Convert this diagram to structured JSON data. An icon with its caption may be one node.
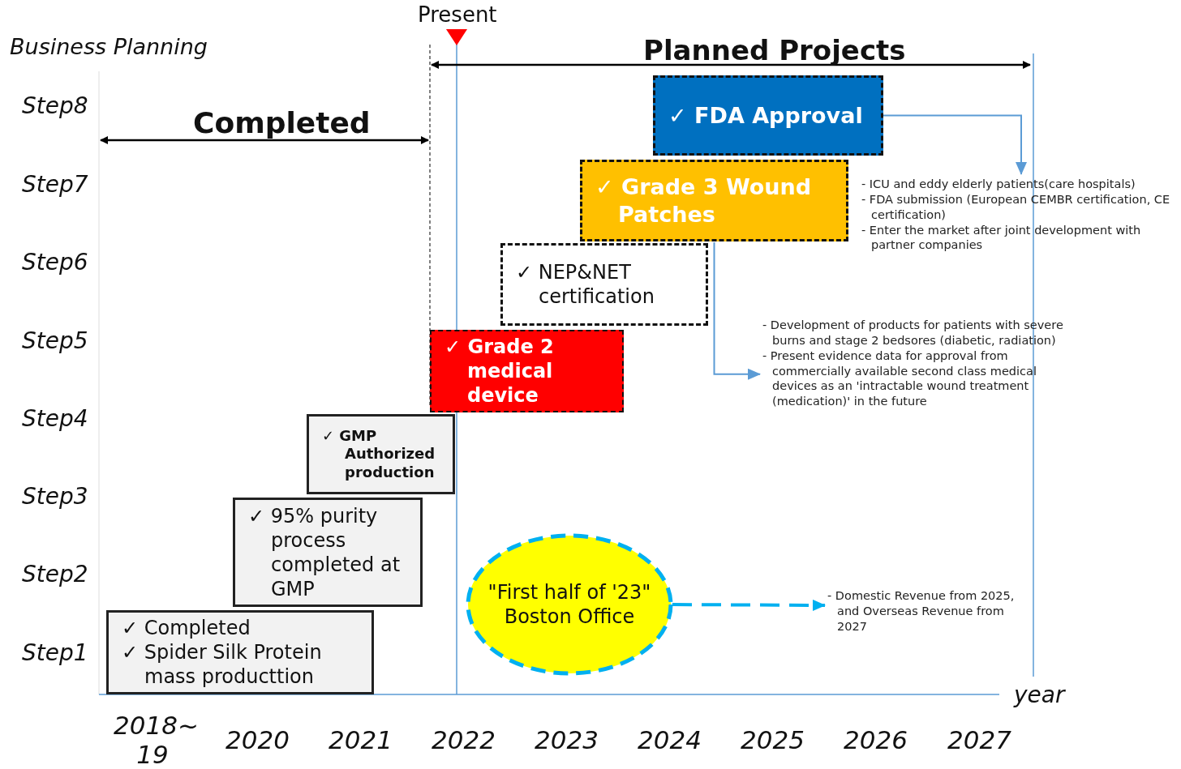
{
  "diagram": {
    "nodes": [
      {
        "text": [
          "✓ Completed",
          "✓ Spider Silk Protein mass producttion"
        ]
      },
      {
        "text": [
          "✓ 95%  purity process completed at GMP"
        ]
      },
      {
        "text": [
          "✓ GMP Authorized production"
        ]
      },
      {
        "text": [
          "✓ Grade 2 medical device"
        ]
      },
      {
        "text": [
          "✓ NEP&NET certification"
        ]
      },
      {
        "text": [
          "✓ Grade 3 Wound Patches"
        ]
      },
      {
        "text": [
          "✓ FDA Approval"
        ]
      },
      {
        "text": [
          "\"First half of '23\" Boston Office"
        ]
      },
      {
        "text": [
          "- ICU and eddy elderly patients(care hospitals)",
          "- FDA submission (European CEMBR certification, CE certification)",
          "- Enter the market after joint development with partner companies"
        ]
      },
      {
        "text": [
          "- Development of products for patients with severe burns and stage 2 bedsores (diabetic, radiation)",
          "- Present evidence data for approval from commercially available second class medical devices as an 'intractable wound treatment (medication)' in the future"
        ]
      },
      {
        "text": [
          "- Domestic Revenue from 2025, and Overseas Revenue from 2027"
        ]
      }
    ],
    "edges": [
      {
        "from": 6,
        "to": 8,
        "arrow": "to"
      },
      {
        "from": 5,
        "to": 9,
        "arrow": "to"
      },
      {
        "from": 7,
        "to": 10,
        "arrow": "to",
        "style": "dashed",
        "color": "#00b0f0"
      }
    ],
    "labels": [
      "Present",
      "Business Planning",
      "Planned Projects",
      "Step8",
      "Completed",
      "Step7",
      "Step6",
      "Step5",
      "Step4",
      "Step3",
      "Step2",
      "Step1",
      "year",
      "2018~ 19",
      "2020",
      "2021",
      "2022",
      "2023",
      "2024",
      "2025",
      "2026",
      "2027"
    ]
  }
}
